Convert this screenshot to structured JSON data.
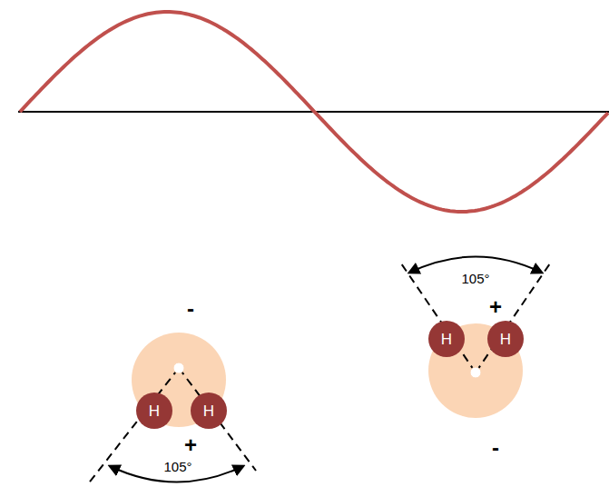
{
  "diagram": {
    "nodes": [
      {
        "text": [
          "H"
        ]
      },
      {
        "text": [
          "H"
        ]
      },
      {
        "text": [
          "H"
        ]
      },
      {
        "text": [
          "H"
        ]
      }
    ],
    "labels": [
      "-",
      "+",
      "105°",
      "105°",
      "+",
      "-"
    ]
  }
}
